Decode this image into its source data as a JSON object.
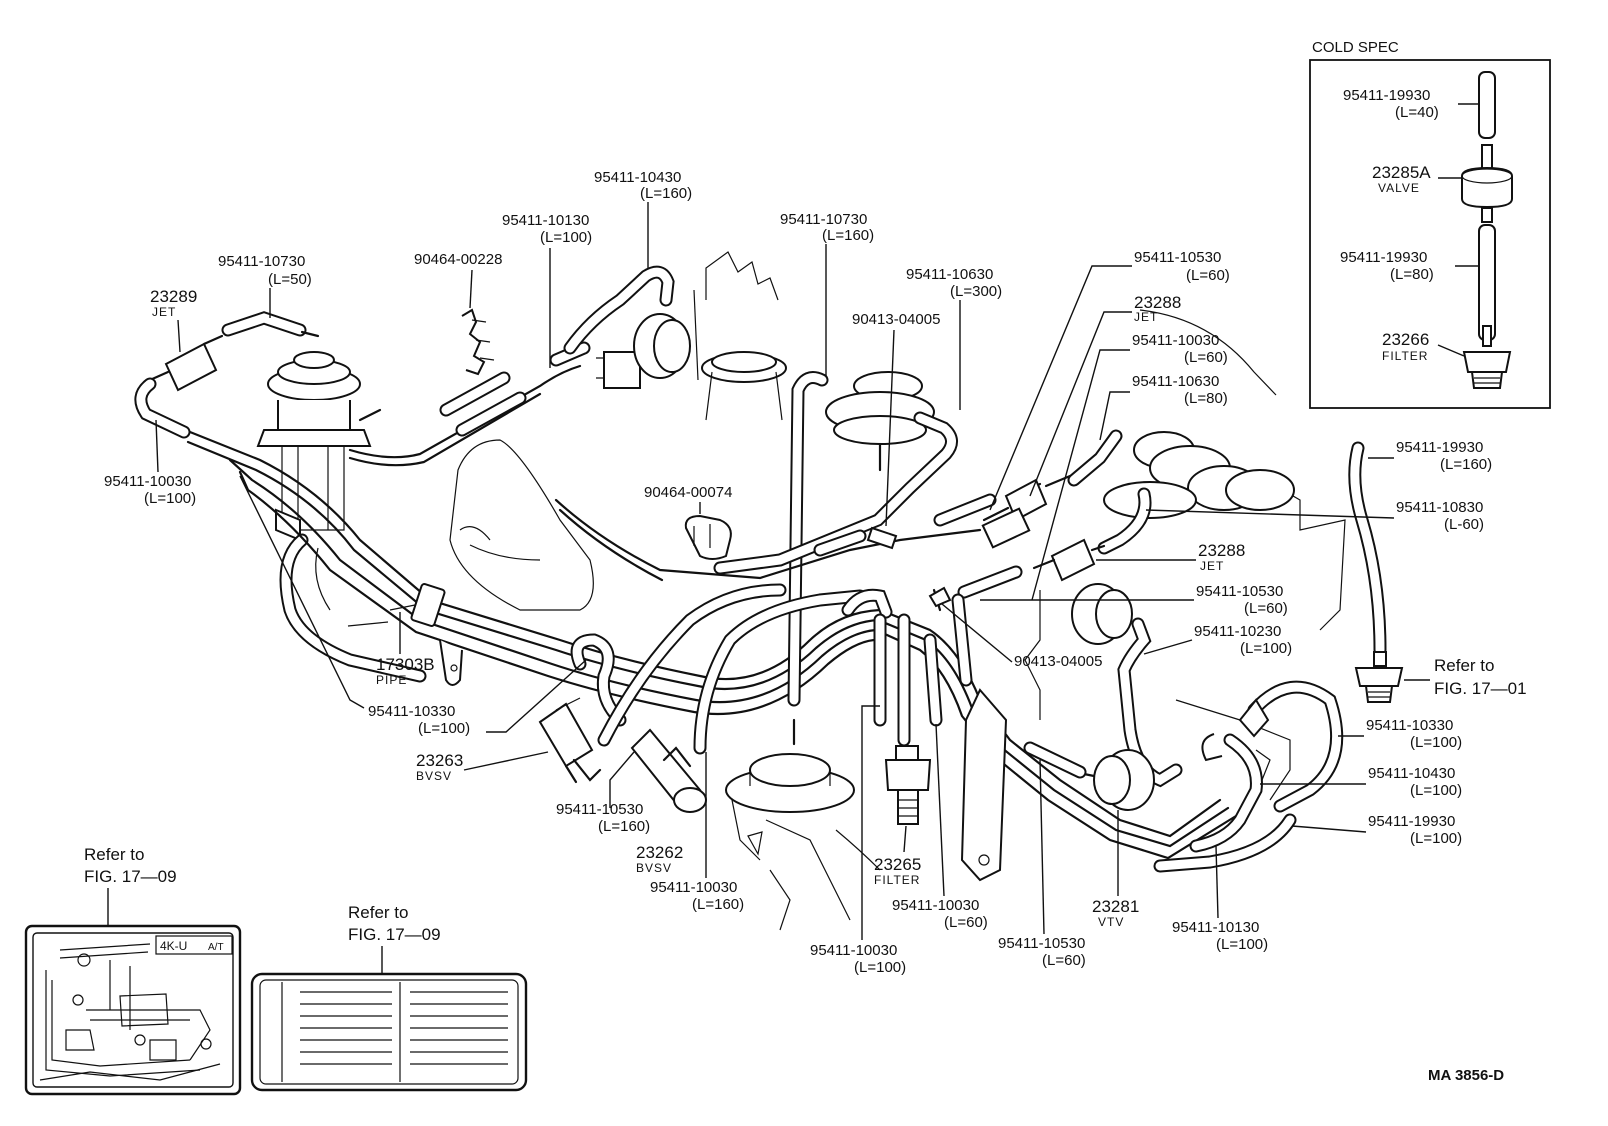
{
  "labels": {
    "cold_spec_title": "COLD SPEC",
    "cs_19930a": "95411-19930",
    "cs_19930a_len": "(L=40)",
    "cs_23285a": "23285A",
    "cs_valve": "VALVE",
    "cs_19930b": "95411-19930",
    "cs_19930b_len": "(L=80)",
    "cs_23266": "23266",
    "cs_filter": "FILTER",
    "p_10430a": "95411-10430",
    "p_10430a_len": "(L=160)",
    "p_10130a": "95411-10130",
    "p_10130a_len": "(L=100)",
    "p_10730a": "95411-10730",
    "p_10730a_len": "(L=160)",
    "p_10730b": "95411-10730",
    "p_10730b_len": "(L=50)",
    "p_00228": "90464-00228",
    "p_23289": "23289",
    "p_23289_sub": "JET",
    "p_10630a": "95411-10630",
    "p_10630a_len": "(L=300)",
    "p_04005a": "90413-04005",
    "p_10530a": "95411-10530",
    "p_10530a_len": "(L=60)",
    "p_23288a": "23288",
    "p_23288a_sub": "JET",
    "p_10030a": "95411-10030",
    "p_10030a_len": "(L=60)",
    "p_10630b": "95411-10630",
    "p_10630b_len": "(L=80)",
    "p_10030b": "95411-10030",
    "p_10030b_len": "(L=100)",
    "p_00074": "90464-00074",
    "p_19930c": "95411-19930",
    "p_19930c_len": "(L=160)",
    "p_10830": "95411-10830",
    "p_10830_len": "(L-60)",
    "p_23288b": "23288",
    "p_23288b_sub": "JET",
    "p_10530b": "95411-10530",
    "p_10530b_len": "(L=60)",
    "p_10230": "95411-10230",
    "p_10230_len": "(L=100)",
    "p_04005b": "90413-04005",
    "refer_1701_a": "Refer to",
    "refer_1701_b": "FIG. 17—01",
    "p_17303b": "17303B",
    "p_pipe": "PIPE",
    "p_10330a": "95411-10330",
    "p_10330a_len": "(L=100)",
    "p_23263": "23263",
    "p_bvsv_a": "BVSV",
    "p_10530c": "95411-10530",
    "p_10530c_len": "(L=160)",
    "p_23262": "23262",
    "p_bvsv_b": "BVSV",
    "p_10030c": "95411-10030",
    "p_10030c_len": "(L=160)",
    "p_23265": "23265",
    "p_filter": "FILTER",
    "p_10030d": "95411-10030",
    "p_10030d_len": "(L=60)",
    "p_10030e": "95411-10030",
    "p_10030e_len": "(L=100)",
    "p_10530d": "95411-10530",
    "p_10530d_len": "(L=60)",
    "p_23281": "23281",
    "p_vtv": "VTV",
    "p_10130b": "95411-10130",
    "p_10130b_len": "(L=100)",
    "p_10330b": "95411-10330",
    "p_10330b_len": "(L=100)",
    "p_10430b": "95411-10430",
    "p_10430b_len": "(L=100)",
    "p_19930d": "95411-19930",
    "p_19930d_len": "(L=100)",
    "refer_1709a_a": "Refer to",
    "refer_1709a_b": "FIG. 17—09",
    "refer_1709b_a": "Refer to",
    "refer_1709b_b": "FIG. 17—09",
    "inset_tag": "4K-U",
    "inset_tag2": "A/T",
    "drawing_code": "MA 3856-D"
  },
  "colors": {
    "ink": "#111111",
    "paper": "#ffffff"
  }
}
